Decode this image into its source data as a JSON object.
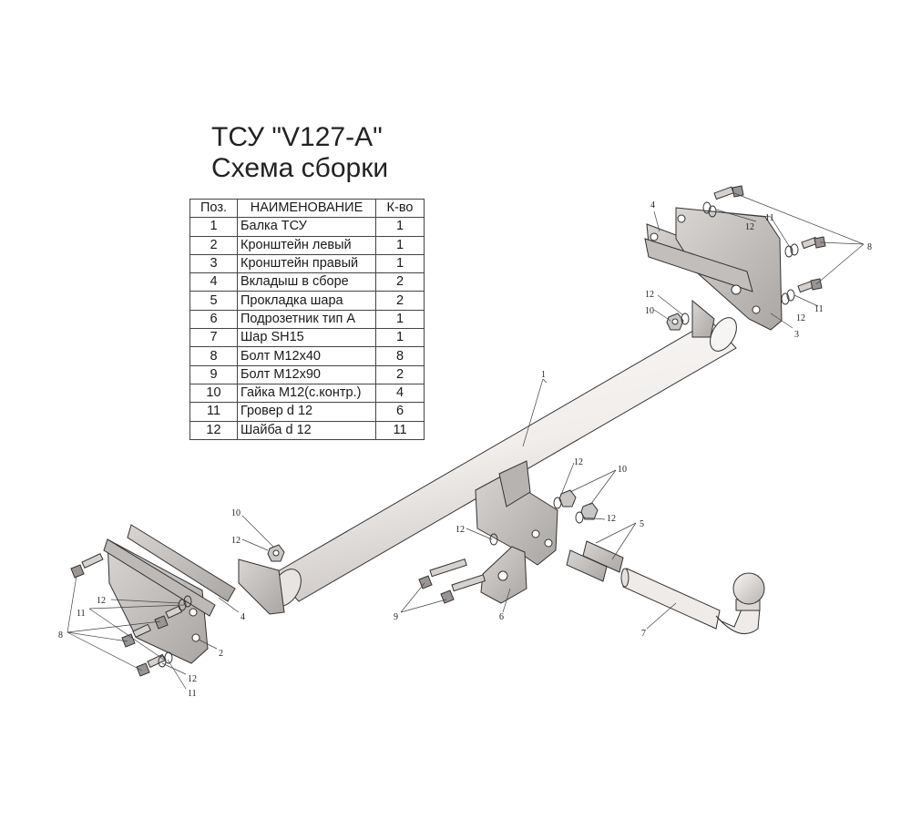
{
  "title_line1": "ТСУ \"V127-A\"",
  "title_line2": "Схема сборки",
  "table": {
    "headers": [
      "Поз.",
      "НАИМЕНОВАНИЕ",
      "К-во"
    ],
    "rows": [
      {
        "pos": "1",
        "name": "Балка ТСУ",
        "qty": "1"
      },
      {
        "pos": "2",
        "name": "Кронштейн левый",
        "qty": "1"
      },
      {
        "pos": "3",
        "name": "Кронштейн правый",
        "qty": "1"
      },
      {
        "pos": "4",
        "name": "Вкладыш в сборе",
        "qty": "2"
      },
      {
        "pos": "5",
        "name": "Прокладка шара",
        "qty": "2"
      },
      {
        "pos": "6",
        "name": "Подрозетник тип А",
        "qty": "1"
      },
      {
        "pos": "7",
        "name": "Шар SH15",
        "qty": "1"
      },
      {
        "pos": "8",
        "name": "Болт М12х40",
        "qty": "8"
      },
      {
        "pos": "9",
        "name": "Болт М12х90",
        "qty": "2"
      },
      {
        "pos": "10",
        "name": "Гайка М12(с.контр.)",
        "qty": "4"
      },
      {
        "pos": "11",
        "name": "Гровер d 12",
        "qty": "6"
      },
      {
        "pos": "12",
        "name": "Шайба d 12",
        "qty": "11"
      }
    ]
  },
  "callouts": {
    "c1": "1",
    "c2": "2",
    "c3": "3",
    "c4": "4",
    "c5": "5",
    "c6": "6",
    "c7": "7",
    "c8": "8",
    "c9": "9",
    "c10": "10",
    "c11": "11",
    "c12": "12"
  },
  "colors": {
    "steel": "#c9c6c4",
    "steel_dark": "#8f8b88",
    "beam": "#f4f1ef",
    "line": "#333333"
  }
}
